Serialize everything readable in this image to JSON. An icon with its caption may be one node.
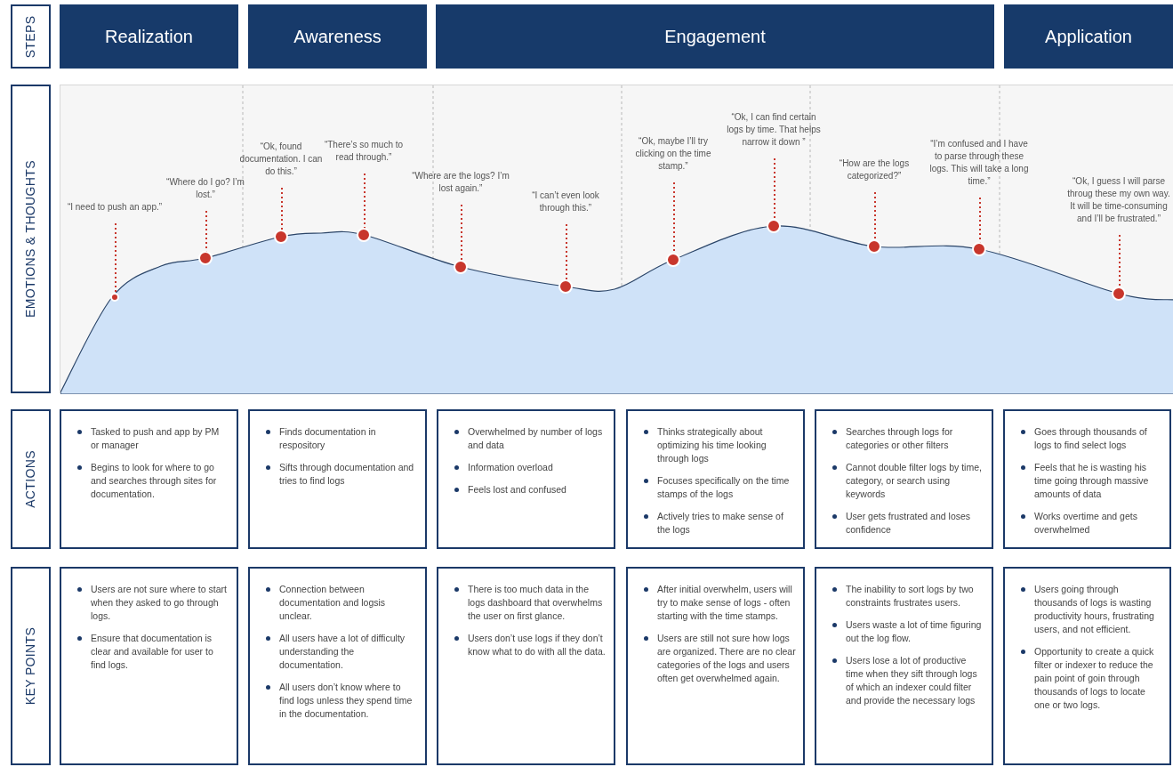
{
  "diagram": {
    "nodes": [
      {
        "text": [
          "STEPS"
        ]
      },
      {
        "text": [
          "Realization"
        ]
      },
      {
        "text": [
          "Awareness"
        ]
      },
      {
        "text": [
          "Engagement"
        ]
      },
      {
        "text": [
          "Application"
        ]
      },
      {
        "text": [
          "EMOTIONS & THOUGHTS"
        ]
      },
      {
        "text": [],
        "shape": "box"
      },
      {
        "text": [
          "“I need to push an app.”"
        ],
        "in": 6
      },
      {
        "text": [],
        "shape": "circle",
        "in": 6
      },
      {
        "text": [
          "“Where do I go? I’m lost.”"
        ],
        "in": 6
      },
      {
        "text": [],
        "shape": "circle",
        "in": 6
      },
      {
        "text": [
          "“Ok, found documentation. I can do this.”"
        ],
        "in": 6
      },
      {
        "text": [],
        "shape": "circle",
        "in": 6
      },
      {
        "text": [
          "“There’s so much to read through.”"
        ],
        "in": 6
      },
      {
        "text": [],
        "shape": "circle",
        "in": 6
      },
      {
        "text": [
          "“Where are the logs? I’m lost again.”"
        ],
        "in": 6
      },
      {
        "text": [],
        "shape": "circle",
        "in": 6
      },
      {
        "text": [
          "“I can’t even look through this.”"
        ],
        "in": 6
      },
      {
        "text": [],
        "shape": "circle",
        "in": 6
      },
      {
        "text": [
          "“Ok, maybe I’ll try clicking on the time stamp.”"
        ],
        "in": 6
      },
      {
        "text": [],
        "shape": "circle",
        "in": 6
      },
      {
        "text": [
          "“Ok, I can find certain logs by time. That helps narrow it down ”"
        ],
        "in": 6
      },
      {
        "text": [],
        "shape": "circle",
        "in": 6
      },
      {
        "text": [
          "“How are the logs categorized?”"
        ],
        "in": 6
      },
      {
        "text": [],
        "shape": "circle",
        "in": 6
      },
      {
        "text": [
          "“I’m confused and I have to parse through these logs. This will take a long time.”"
        ],
        "in": 6
      },
      {
        "text": [],
        "shape": "circle",
        "in": 6
      },
      {
        "text": [
          "“Ok, I guess I will parse throug these my own way. It will be time-consuming and I’ll be frustrated.”"
        ],
        "in": 6
      },
      {
        "text": [],
        "shape": "circle",
        "in": 6
      },
      {
        "text": [
          "ACTIONS"
        ]
      },
      {
        "text": [
          "Tasked to push and app by PM or manager",
          "Begins to look for where to go and searches through sites for documentation."
        ]
      },
      {
        "text": [
          "Finds documentation in respository",
          "Sifts through documentation and tries to find logs"
        ]
      },
      {
        "text": [
          "Overwhelmed by number of logs and data",
          "Information overload",
          "Feels lost and confused"
        ]
      },
      {
        "text": [
          "Thinks strategically about optimizing his time looking through logs",
          "Focuses specifically on the time stamps of the logs",
          "Actively tries to make sense of the logs"
        ]
      },
      {
        "text": [
          "Searches through logs for categories or other filters",
          "Cannot double filter logs by time, category, or search using keywords",
          "User gets frustrated and loses confidence"
        ]
      },
      {
        "text": [
          "Goes through thousands of logs to find select logs",
          "Feels that he is wasting his time going through massive amounts of data",
          "Works overtime and gets overwhelmed"
        ]
      },
      {
        "text": [
          "KEY POINTS"
        ]
      },
      {
        "text": [
          "Users are not sure where to start when they asked to go through logs.",
          "Ensure that documentation is clear and available for user to find logs."
        ]
      },
      {
        "text": [
          "Connection between documentation and logsis unclear.",
          "All users have a lot of difficulty understanding the documentation.",
          "All users don’t know where to find logs unless they spend time in the documentation."
        ]
      },
      {
        "text": [
          "There is too much data in the logs dashboard that overwhelms the user on first glance.",
          "Users don’t use logs if they don’t know what to do with all the data."
        ]
      },
      {
        "text": [
          "After initial overwhelm, users will try to make sense of logs - often starting with the time stamps.",
          "Users are still not sure how logs are organized. There are no clear categories of the logs and users often get overwhelmed again."
        ]
      },
      {
        "text": [
          "The inability to sort logs by two constraints frustrates users.",
          "Users waste a lot of time figuring out the log flow.",
          "Users lose a lot of productive time when they sift through logs of which an indexer could filter and provide the necessary logs"
        ]
      },
      {
        "text": [
          "Users going through thousands of logs is wasting productivity hours, frustrating users, and not efficient.",
          "Opportunity to create a quick filter or indexer to reduce the pain point of goin through thousands of logs to locate one or two logs."
        ]
      }
    ],
    "edges": [
      {
        "from": 7,
        "to": 8,
        "arrow": "none",
        "style": "dashed"
      },
      {
        "from": 9,
        "to": 10,
        "arrow": "none",
        "style": "dashed"
      },
      {
        "from": 11,
        "to": 12,
        "arrow": "none",
        "style": "dashed"
      },
      {
        "from": 13,
        "to": 14,
        "arrow": "none",
        "style": "dashed"
      },
      {
        "from": 15,
        "to": 16,
        "arrow": "none",
        "style": "dashed"
      },
      {
        "from": 17,
        "to": 18,
        "arrow": "none",
        "style": "dashed"
      },
      {
        "from": 19,
        "to": 20,
        "arrow": "none",
        "style": "dashed"
      },
      {
        "from": 21,
        "to": 22,
        "arrow": "none",
        "style": "dashed"
      },
      {
        "from": 23,
        "to": 24,
        "arrow": "none",
        "style": "dashed"
      },
      {
        "from": 25,
        "to": 26,
        "arrow": "none",
        "style": "dashed"
      },
      {
        "from": 27,
        "to": 28,
        "arrow": "none",
        "style": "dashed"
      }
    ]
  }
}
